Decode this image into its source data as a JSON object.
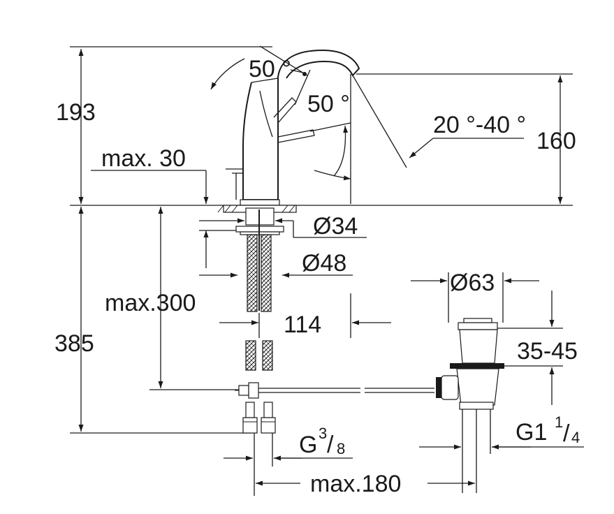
{
  "dimensions": {
    "height_above_deck": "193",
    "spout_height": "160",
    "deck_thickness_max": "max. 30",
    "lever_angle_top": "50 °",
    "lever_angle_side": "50 °",
    "spout_swivel": "20 °-40 °",
    "shank_diameter": "Ø34",
    "hole_diameter": "Ø48",
    "below_deck_height": "385",
    "hose_max_length": "max.300",
    "spout_reach": "114",
    "waste_diameter": "Ø63",
    "waste_range": "35-45",
    "waste_thread": "G1",
    "waste_thread_num": "1",
    "waste_thread_den": "4",
    "supply_thread": "G",
    "supply_thread_num": "3",
    "supply_thread_den": "8",
    "rod_max": "max.180"
  },
  "colors": {
    "line": "#1a1a1a",
    "background": "#ffffff"
  }
}
